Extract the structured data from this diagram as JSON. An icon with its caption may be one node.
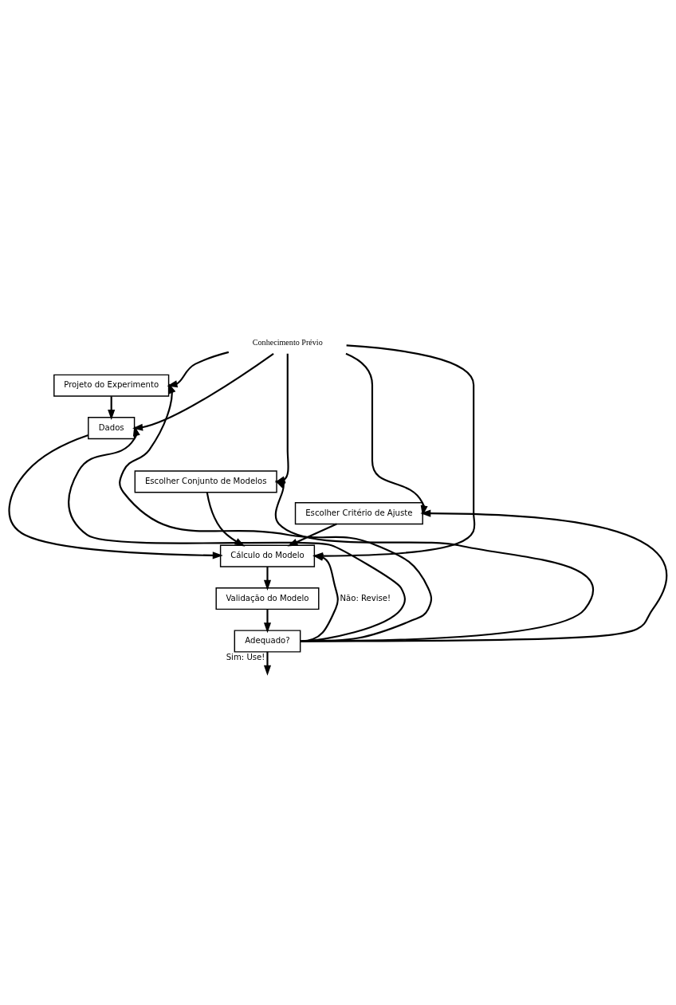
{
  "diagram": {
    "nodes": [
      {
        "text": [
          "Conhecimento Prévio"
        ]
      },
      {
        "text": [
          "Projeto do Experimento"
        ]
      },
      {
        "text": [
          "Dados"
        ]
      },
      {
        "text": [
          "Escolher Conjunto de Modelos"
        ]
      },
      {
        "text": [
          "Escolher Critério de Ajuste"
        ]
      },
      {
        "text": [
          "Cálculo do Modelo"
        ]
      },
      {
        "text": [
          "Validação do Modelo"
        ]
      },
      {
        "text": [
          "Adequado?"
        ]
      }
    ],
    "edges": [
      {
        "from": 1,
        "to": 2,
        "arrow": "to"
      },
      {
        "from": 2,
        "to": 5,
        "arrow": "to"
      },
      {
        "from": 3,
        "to": 5,
        "arrow": "to"
      },
      {
        "from": 4,
        "to": 5,
        "arrow": "to"
      },
      {
        "from": 5,
        "to": 6,
        "arrow": "to"
      },
      {
        "from": 6,
        "to": 7,
        "arrow": "to"
      },
      {
        "from": 7,
        "to": null,
        "arrow": "to",
        "label": "Sim: Use!"
      },
      {
        "from": 0,
        "to": 1,
        "arrow": "to"
      },
      {
        "from": 0,
        "to": 2,
        "arrow": "to"
      },
      {
        "from": 0,
        "to": 3,
        "arrow": "to"
      },
      {
        "from": 0,
        "to": 4,
        "arrow": "to"
      },
      {
        "from": 0,
        "to": 5,
        "arrow": "to"
      },
      {
        "from": 7,
        "to": 1,
        "arrow": "to"
      },
      {
        "from": 7,
        "to": 2,
        "arrow": "to"
      },
      {
        "from": 7,
        "to": 3,
        "arrow": "to"
      },
      {
        "from": 7,
        "to": 4,
        "arrow": "to"
      },
      {
        "from": 7,
        "to": 5,
        "arrow": "to",
        "label": "Não: Revise!"
      }
    ]
  }
}
